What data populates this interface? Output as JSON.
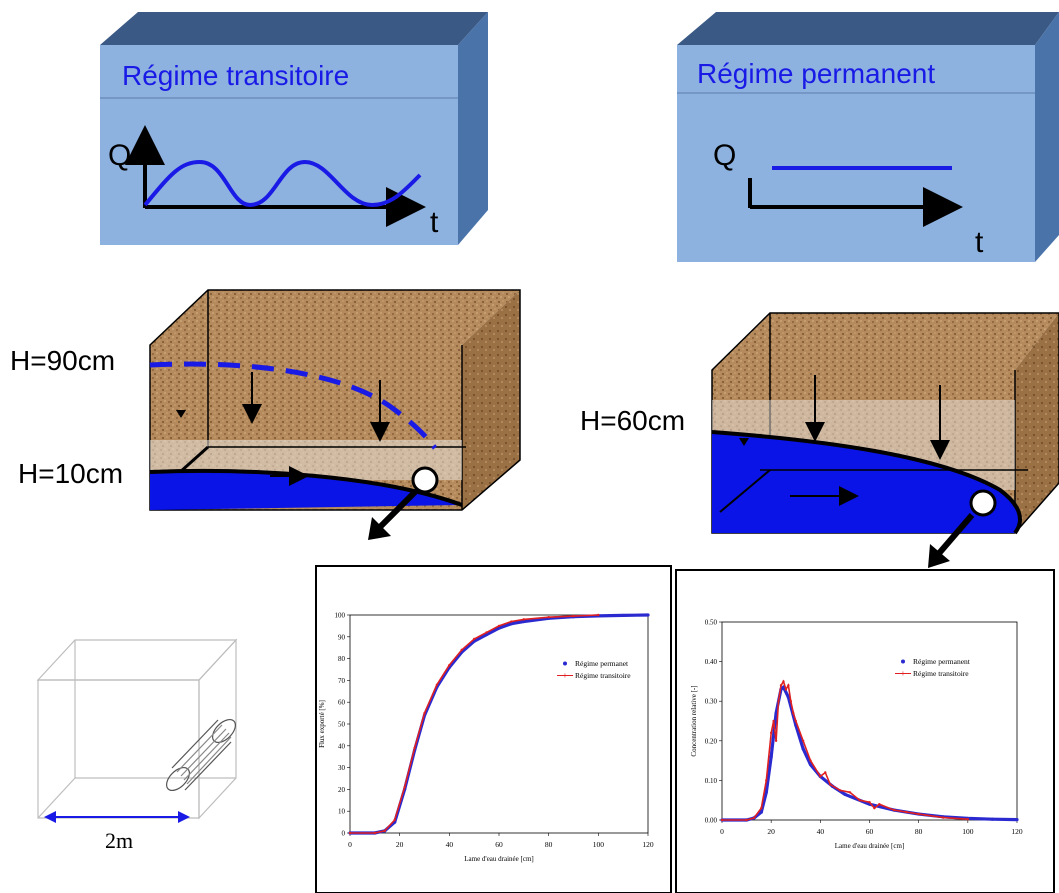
{
  "top_left_panel": {
    "title": "Régime transitoire",
    "q_label": "Q",
    "t_label": "t"
  },
  "top_right_panel": {
    "title": "Régime permanent",
    "q_label": "Q",
    "t_label": "t"
  },
  "soil_left": {
    "h_top": "H=90cm",
    "h_bottom": "H=10cm"
  },
  "soil_right": {
    "h_label": "H=60cm"
  },
  "domain_sketch": {
    "width_label": "2m"
  },
  "colors": {
    "panel": "#8db2e0",
    "panel_top": "#3a5a85",
    "panel_side": "#4a73aa",
    "water": "#0a14e6",
    "soil": "#b58a5c",
    "permanent": "#2a2ad0",
    "transitoire": "#e02020"
  },
  "chart_data": [
    {
      "type": "line",
      "ylabel": "Flux exporté [%]",
      "xlabel": "Lame d'eau drainée [cm]",
      "xlim": [
        0,
        120
      ],
      "ylim": [
        0,
        100
      ],
      "xticks": [
        "0",
        "20",
        "40",
        "60",
        "80",
        "100",
        "120"
      ],
      "yticks": [
        "0",
        "10",
        "20",
        "30",
        "40",
        "50",
        "60",
        "70",
        "80",
        "90",
        "100"
      ],
      "legend_position": "right",
      "series": [
        {
          "name": "Régime permanet",
          "x": [
            0,
            10,
            14,
            18,
            22,
            26,
            30,
            35,
            40,
            45,
            50,
            55,
            60,
            65,
            70,
            80,
            90,
            100,
            110,
            120
          ],
          "y": [
            0,
            0,
            1,
            5,
            20,
            38,
            54,
            67,
            76,
            83,
            88,
            91,
            94,
            96,
            97,
            98.5,
            99.2,
            99.6,
            99.8,
            100
          ]
        },
        {
          "name": "Régime transitoire",
          "x": [
            0,
            10,
            14,
            18,
            22,
            26,
            30,
            35,
            40,
            45,
            50,
            55,
            60,
            65,
            70,
            80,
            90,
            100
          ],
          "y": [
            0,
            0,
            1,
            6,
            21,
            39,
            55,
            68,
            77,
            84,
            89,
            92,
            95,
            97,
            98,
            99,
            99.5,
            100
          ]
        }
      ]
    },
    {
      "type": "line",
      "ylabel": "Concentration relative [-]",
      "xlabel": "Lame d'eau drainée [cm]",
      "xlim": [
        0,
        120
      ],
      "ylim": [
        0,
        0.5
      ],
      "xticks": [
        "0",
        "20",
        "40",
        "60",
        "80",
        "100",
        "120"
      ],
      "yticks": [
        "0.00",
        "0.10",
        "0.20",
        "0.30",
        "0.40",
        "0.50"
      ],
      "legend_position": "top-right",
      "series": [
        {
          "name": "Régime permanent",
          "x": [
            0,
            10,
            13,
            16,
            18,
            20,
            22,
            24,
            25,
            27,
            30,
            33,
            36,
            40,
            45,
            50,
            60,
            70,
            80,
            90,
            100,
            110,
            120
          ],
          "y": [
            0,
            0,
            0.005,
            0.02,
            0.07,
            0.16,
            0.27,
            0.33,
            0.335,
            0.31,
            0.24,
            0.18,
            0.14,
            0.11,
            0.085,
            0.065,
            0.04,
            0.025,
            0.015,
            0.008,
            0.004,
            0.002,
            0.001
          ]
        },
        {
          "name": "Régime transitoire",
          "x": [
            0,
            10,
            13,
            16,
            18,
            20,
            21,
            22,
            23,
            24,
            25,
            26,
            27,
            28,
            29,
            30,
            33,
            36,
            40,
            42,
            44,
            48,
            52,
            56,
            60,
            62,
            64,
            70,
            75,
            80,
            90,
            100
          ],
          "y": [
            0,
            0,
            0.005,
            0.03,
            0.1,
            0.22,
            0.25,
            0.2,
            0.3,
            0.34,
            0.35,
            0.33,
            0.34,
            0.3,
            0.27,
            0.25,
            0.2,
            0.15,
            0.11,
            0.12,
            0.09,
            0.075,
            0.07,
            0.05,
            0.045,
            0.03,
            0.04,
            0.025,
            0.02,
            0.015,
            0.006,
            0.002
          ]
        }
      ]
    }
  ]
}
